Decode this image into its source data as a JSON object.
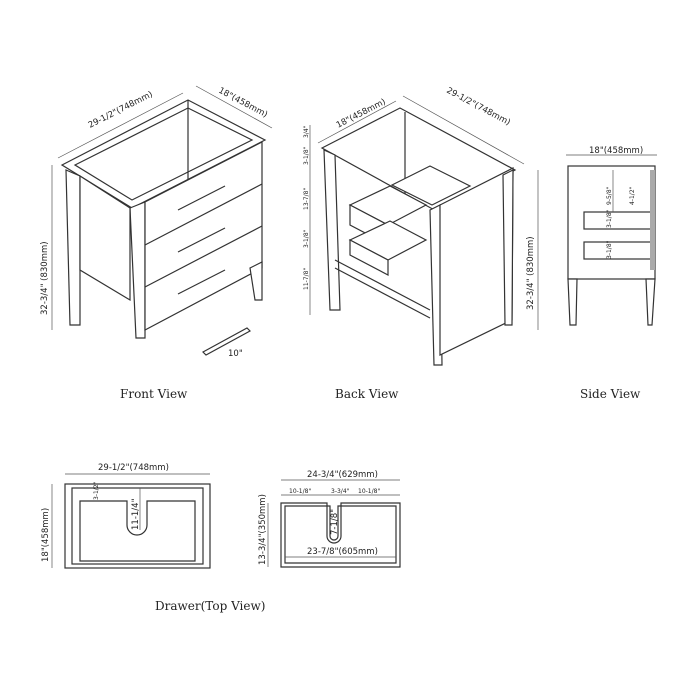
{
  "front_view": {
    "caption": "Front View",
    "width": "29-1/2\"(748mm)",
    "depth": "18\"(458mm)",
    "height": "32-3/4\" (830mm)",
    "handle": "10\""
  },
  "back_view": {
    "caption": "Back View",
    "depth": "18\"(458mm)",
    "width": "29-1/2\"(748mm)",
    "height": "32-3/4\" (830mm)",
    "dims": [
      "3/4\"",
      "3-1/8\"",
      "13-7/8\"",
      "3-1/8\"",
      "11-7/8\""
    ]
  },
  "side_view": {
    "caption": "Side View",
    "depth": "18\"(458mm)",
    "dims": [
      "9-5/8\"",
      "4-1/2\"",
      "3-1/8\"",
      "3-1/8\""
    ]
  },
  "drawer_top_view": {
    "caption": "Drawer(Top View)",
    "left": {
      "width": "29-1/2\"(748mm)",
      "depth": "18\"(458mm)",
      "cutout_depth": "11-1/4\"",
      "offset": "3-1/2\""
    },
    "right": {
      "width": "24-3/4\"(629mm)",
      "left_seg": "10-1/8\"",
      "mid_seg": "3-3/4\"",
      "right_seg": "10-1/8\"",
      "height": "13-3/4\"(350mm)",
      "cutout_depth": "7-1/8\"",
      "inner_width": "23-7/8\"(605mm)"
    }
  }
}
